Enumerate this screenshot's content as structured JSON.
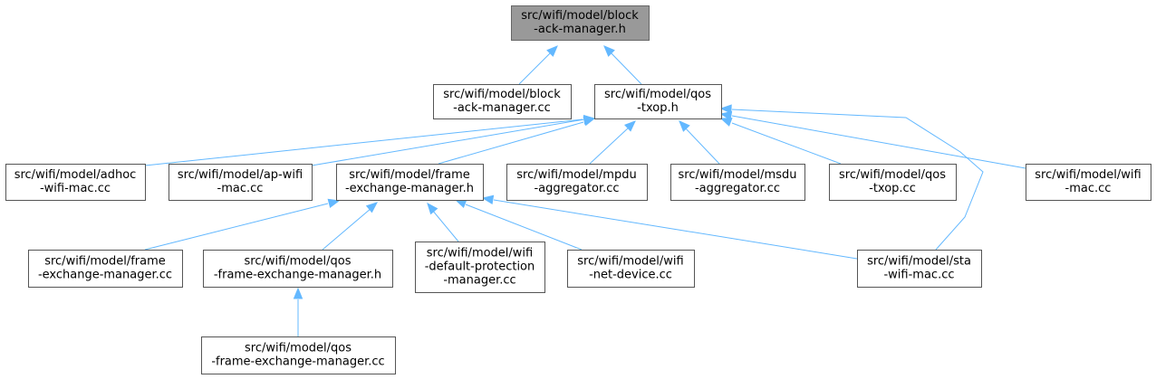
{
  "graph": {
    "nodes": [
      {
        "id": "n0",
        "lines": [
          "src/wifi/model/block",
          "-ack-manager.h"
        ],
        "highlighted": true
      },
      {
        "id": "n1",
        "lines": [
          "src/wifi/model/block",
          "-ack-manager.cc"
        ]
      },
      {
        "id": "n2",
        "lines": [
          "src/wifi/model/qos",
          "-txop.h"
        ]
      },
      {
        "id": "n3",
        "lines": [
          "src/wifi/model/adhoc",
          "-wifi-mac.cc"
        ]
      },
      {
        "id": "n4",
        "lines": [
          "src/wifi/model/ap-wifi",
          "-mac.cc"
        ]
      },
      {
        "id": "n5",
        "lines": [
          "src/wifi/model/frame",
          "-exchange-manager.h"
        ]
      },
      {
        "id": "n6",
        "lines": [
          "src/wifi/model/mpdu",
          "-aggregator.cc"
        ]
      },
      {
        "id": "n7",
        "lines": [
          "src/wifi/model/msdu",
          "-aggregator.cc"
        ]
      },
      {
        "id": "n8",
        "lines": [
          "src/wifi/model/qos",
          "-txop.cc"
        ]
      },
      {
        "id": "n9",
        "lines": [
          "src/wifi/model/wifi",
          "-mac.cc"
        ]
      },
      {
        "id": "n10",
        "lines": [
          "src/wifi/model/frame",
          "-exchange-manager.cc"
        ]
      },
      {
        "id": "n11",
        "lines": [
          "src/wifi/model/qos",
          "-frame-exchange-manager.h"
        ]
      },
      {
        "id": "n12",
        "lines": [
          "src/wifi/model/wifi",
          "-default-protection",
          "-manager.cc"
        ]
      },
      {
        "id": "n13",
        "lines": [
          "src/wifi/model/wifi",
          "-net-device.cc"
        ]
      },
      {
        "id": "n14",
        "lines": [
          "src/wifi/model/sta",
          "-wifi-mac.cc"
        ]
      },
      {
        "id": "n15",
        "lines": [
          "src/wifi/model/qos",
          "-frame-exchange-manager.cc"
        ]
      }
    ],
    "edges": [
      {
        "from": "n1",
        "to": "n0"
      },
      {
        "from": "n2",
        "to": "n0"
      },
      {
        "from": "n3",
        "to": "n2"
      },
      {
        "from": "n4",
        "to": "n2"
      },
      {
        "from": "n5",
        "to": "n2"
      },
      {
        "from": "n6",
        "to": "n2"
      },
      {
        "from": "n7",
        "to": "n2"
      },
      {
        "from": "n8",
        "to": "n2"
      },
      {
        "from": "n9",
        "to": "n2"
      },
      {
        "from": "n14",
        "to": "n2"
      },
      {
        "from": "n10",
        "to": "n5"
      },
      {
        "from": "n11",
        "to": "n5"
      },
      {
        "from": "n12",
        "to": "n5"
      },
      {
        "from": "n13",
        "to": "n5"
      },
      {
        "from": "n14",
        "to": "n5"
      },
      {
        "from": "n15",
        "to": "n11"
      }
    ],
    "colors": {
      "edge": "#63b8ff",
      "root_fill": "#999999",
      "node_border": "#555555"
    }
  }
}
